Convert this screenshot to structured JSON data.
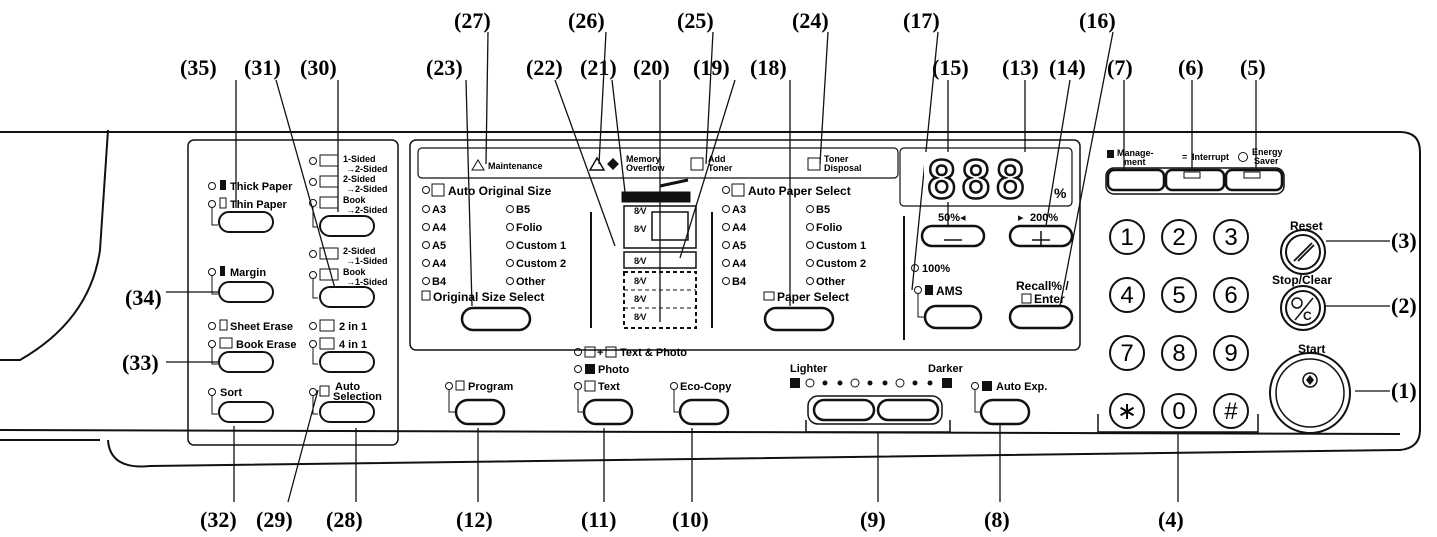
{
  "callouts": {
    "c1": "(1)",
    "c2": "(2)",
    "c3": "(3)",
    "c4": "(4)",
    "c5": "(5)",
    "c6": "(6)",
    "c7": "(7)",
    "c8": "(8)",
    "c9": "(9)",
    "c10": "(10)",
    "c11": "(11)",
    "c12": "(12)",
    "c13": "(13)",
    "c14": "(14)",
    "c15": "(15)",
    "c16": "(16)",
    "c17": "(17)",
    "c18": "(18)",
    "c19": "(19)",
    "c20": "(20)",
    "c21": "(21)",
    "c22": "(22)",
    "c23": "(23)",
    "c24": "(24)",
    "c25": "(25)",
    "c26": "(26)",
    "c27": "(27)",
    "c28": "(28)",
    "c29": "(29)",
    "c30": "(30)",
    "c31": "(31)",
    "c32": "(32)",
    "c33": "(33)",
    "c34": "(34)",
    "c35": "(35)"
  },
  "left_panel": {
    "thick_paper": "Thick Paper",
    "thin_paper": "Thin Paper",
    "margin": "Margin",
    "sheet_erase": "Sheet Erase",
    "book_erase": "Book Erase",
    "sort": "Sort",
    "duplex1": "1-Sided",
    "duplex1b": "→2-Sided",
    "duplex2": "2-Sided",
    "duplex2b": "→2-Sided",
    "duplex3": "Book",
    "duplex3b": "→2-Sided",
    "duplex4": "2-Sided",
    "duplex4b": "→1-Sided",
    "duplex5": "Book",
    "duplex5b": "→1-Sided",
    "combine2": "2 in 1",
    "combine4": "4 in 1",
    "auto_sel1": "Auto",
    "auto_sel2": "Selection"
  },
  "indicators": {
    "maintenance": "Maintenance",
    "memory1": "Memory",
    "memory2": "Overflow",
    "toner1": "Add",
    "toner2": "Toner",
    "disposal1": "Toner",
    "disposal2": "Disposal"
  },
  "original_size": {
    "title": "Auto Original Size",
    "col1": [
      "A3",
      "A4",
      "A5",
      "A4",
      "B4"
    ],
    "col2": [
      "B5",
      "Folio",
      "Custom 1",
      "Custom 2",
      "Other"
    ],
    "button_label": "Original Size Select"
  },
  "paper_select": {
    "title": "Auto Paper Select",
    "col1": [
      "A3",
      "A4",
      "A5",
      "A4",
      "B4"
    ],
    "col2": [
      "B5",
      "Folio",
      "Custom 1",
      "Custom 2",
      "Other"
    ],
    "button_label": "Paper Select"
  },
  "display": {
    "digits": "888",
    "unit": "%"
  },
  "zoom": {
    "minus": "50%",
    "plus": "200%",
    "hundred": "100%",
    "ams": "AMS",
    "recall1": "Recall% /",
    "recall2": "Enter"
  },
  "top_keys": {
    "management1": "Manage-",
    "management2": "ment",
    "interrupt": "Interrupt",
    "energy1": "Energy",
    "energy2": "Saver"
  },
  "keypad": {
    "keys": [
      "1",
      "2",
      "3",
      "4",
      "5",
      "6",
      "7",
      "8",
      "9",
      "∗",
      "0",
      "#"
    ]
  },
  "right_keys": {
    "reset": "Reset",
    "stop": "Stop/Clear",
    "start": "Start"
  },
  "bottom": {
    "program": "Program",
    "text_photo": "Text & Photo",
    "photo": "Photo",
    "text": "Text",
    "eco": "Eco-Copy",
    "lighter": "Lighter",
    "darker": "Darker",
    "auto_exp": "Auto Exp."
  }
}
